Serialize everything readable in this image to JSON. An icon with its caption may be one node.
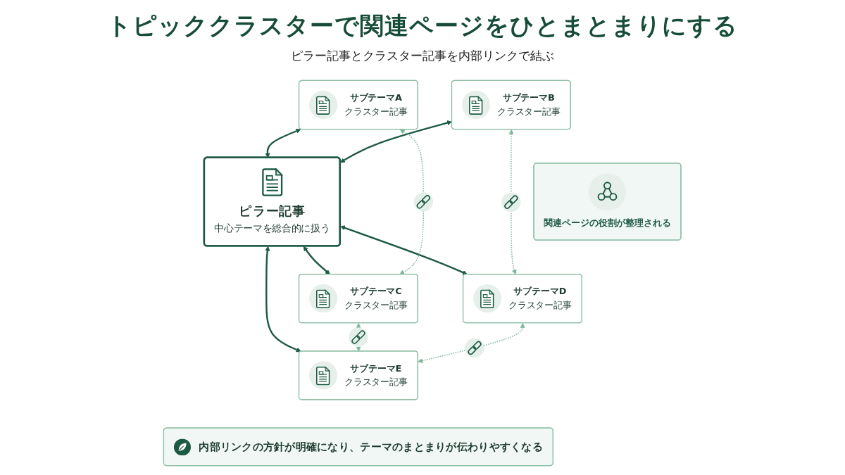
{
  "diagram": {
    "title": "トピッククラスターで関連ページをひとまとまりにする",
    "nodes": [
      {
        "text": [
          "サブテーマA",
          "クラスター記事"
        ]
      },
      {
        "text": [
          "ピラー記事",
          "中心テーマを総合的に扱う"
        ]
      },
      {
        "text": [
          "サブテーマB",
          "クラスター記事"
        ]
      },
      {
        "text": [
          "関連ページの役割が整理される"
        ]
      },
      {
        "text": [
          "サブテーマC",
          "クラスター記事"
        ]
      },
      {
        "text": [
          "サブテーマD",
          "クラスター記事"
        ]
      },
      {
        "text": [
          "サブテーマE",
          "クラスター記事"
        ]
      },
      {
        "text": [
          "内部リンクの方針が明確になり、テーマのまとまりが伝わりやすくなる"
        ]
      }
    ],
    "edges": [
      {
        "from": 0,
        "to": 1,
        "arrow": "both"
      },
      {
        "from": 2,
        "to": 1,
        "arrow": "both"
      },
      {
        "from": 1,
        "to": 4,
        "arrow": "both"
      },
      {
        "from": 1,
        "to": 5,
        "arrow": "both"
      },
      {
        "from": 1,
        "to": 6,
        "arrow": "both"
      },
      {
        "from": 0,
        "to": 4,
        "arrow": "both",
        "style": "dashed",
        "color": "#7fb69a"
      },
      {
        "from": 2,
        "to": 5,
        "arrow": "both",
        "style": "dashed",
        "color": "#7fb69a"
      },
      {
        "from": 4,
        "to": 6,
        "arrow": "both",
        "style": "dashed",
        "color": "#7fb69a"
      },
      {
        "from": 5,
        "to": 6,
        "arrow": "both",
        "style": "dashed",
        "color": "#7fb69a"
      }
    ],
    "labels": [
      "ピラー記事とクラスター記事を内部リンクで結ぶ"
    ]
  }
}
